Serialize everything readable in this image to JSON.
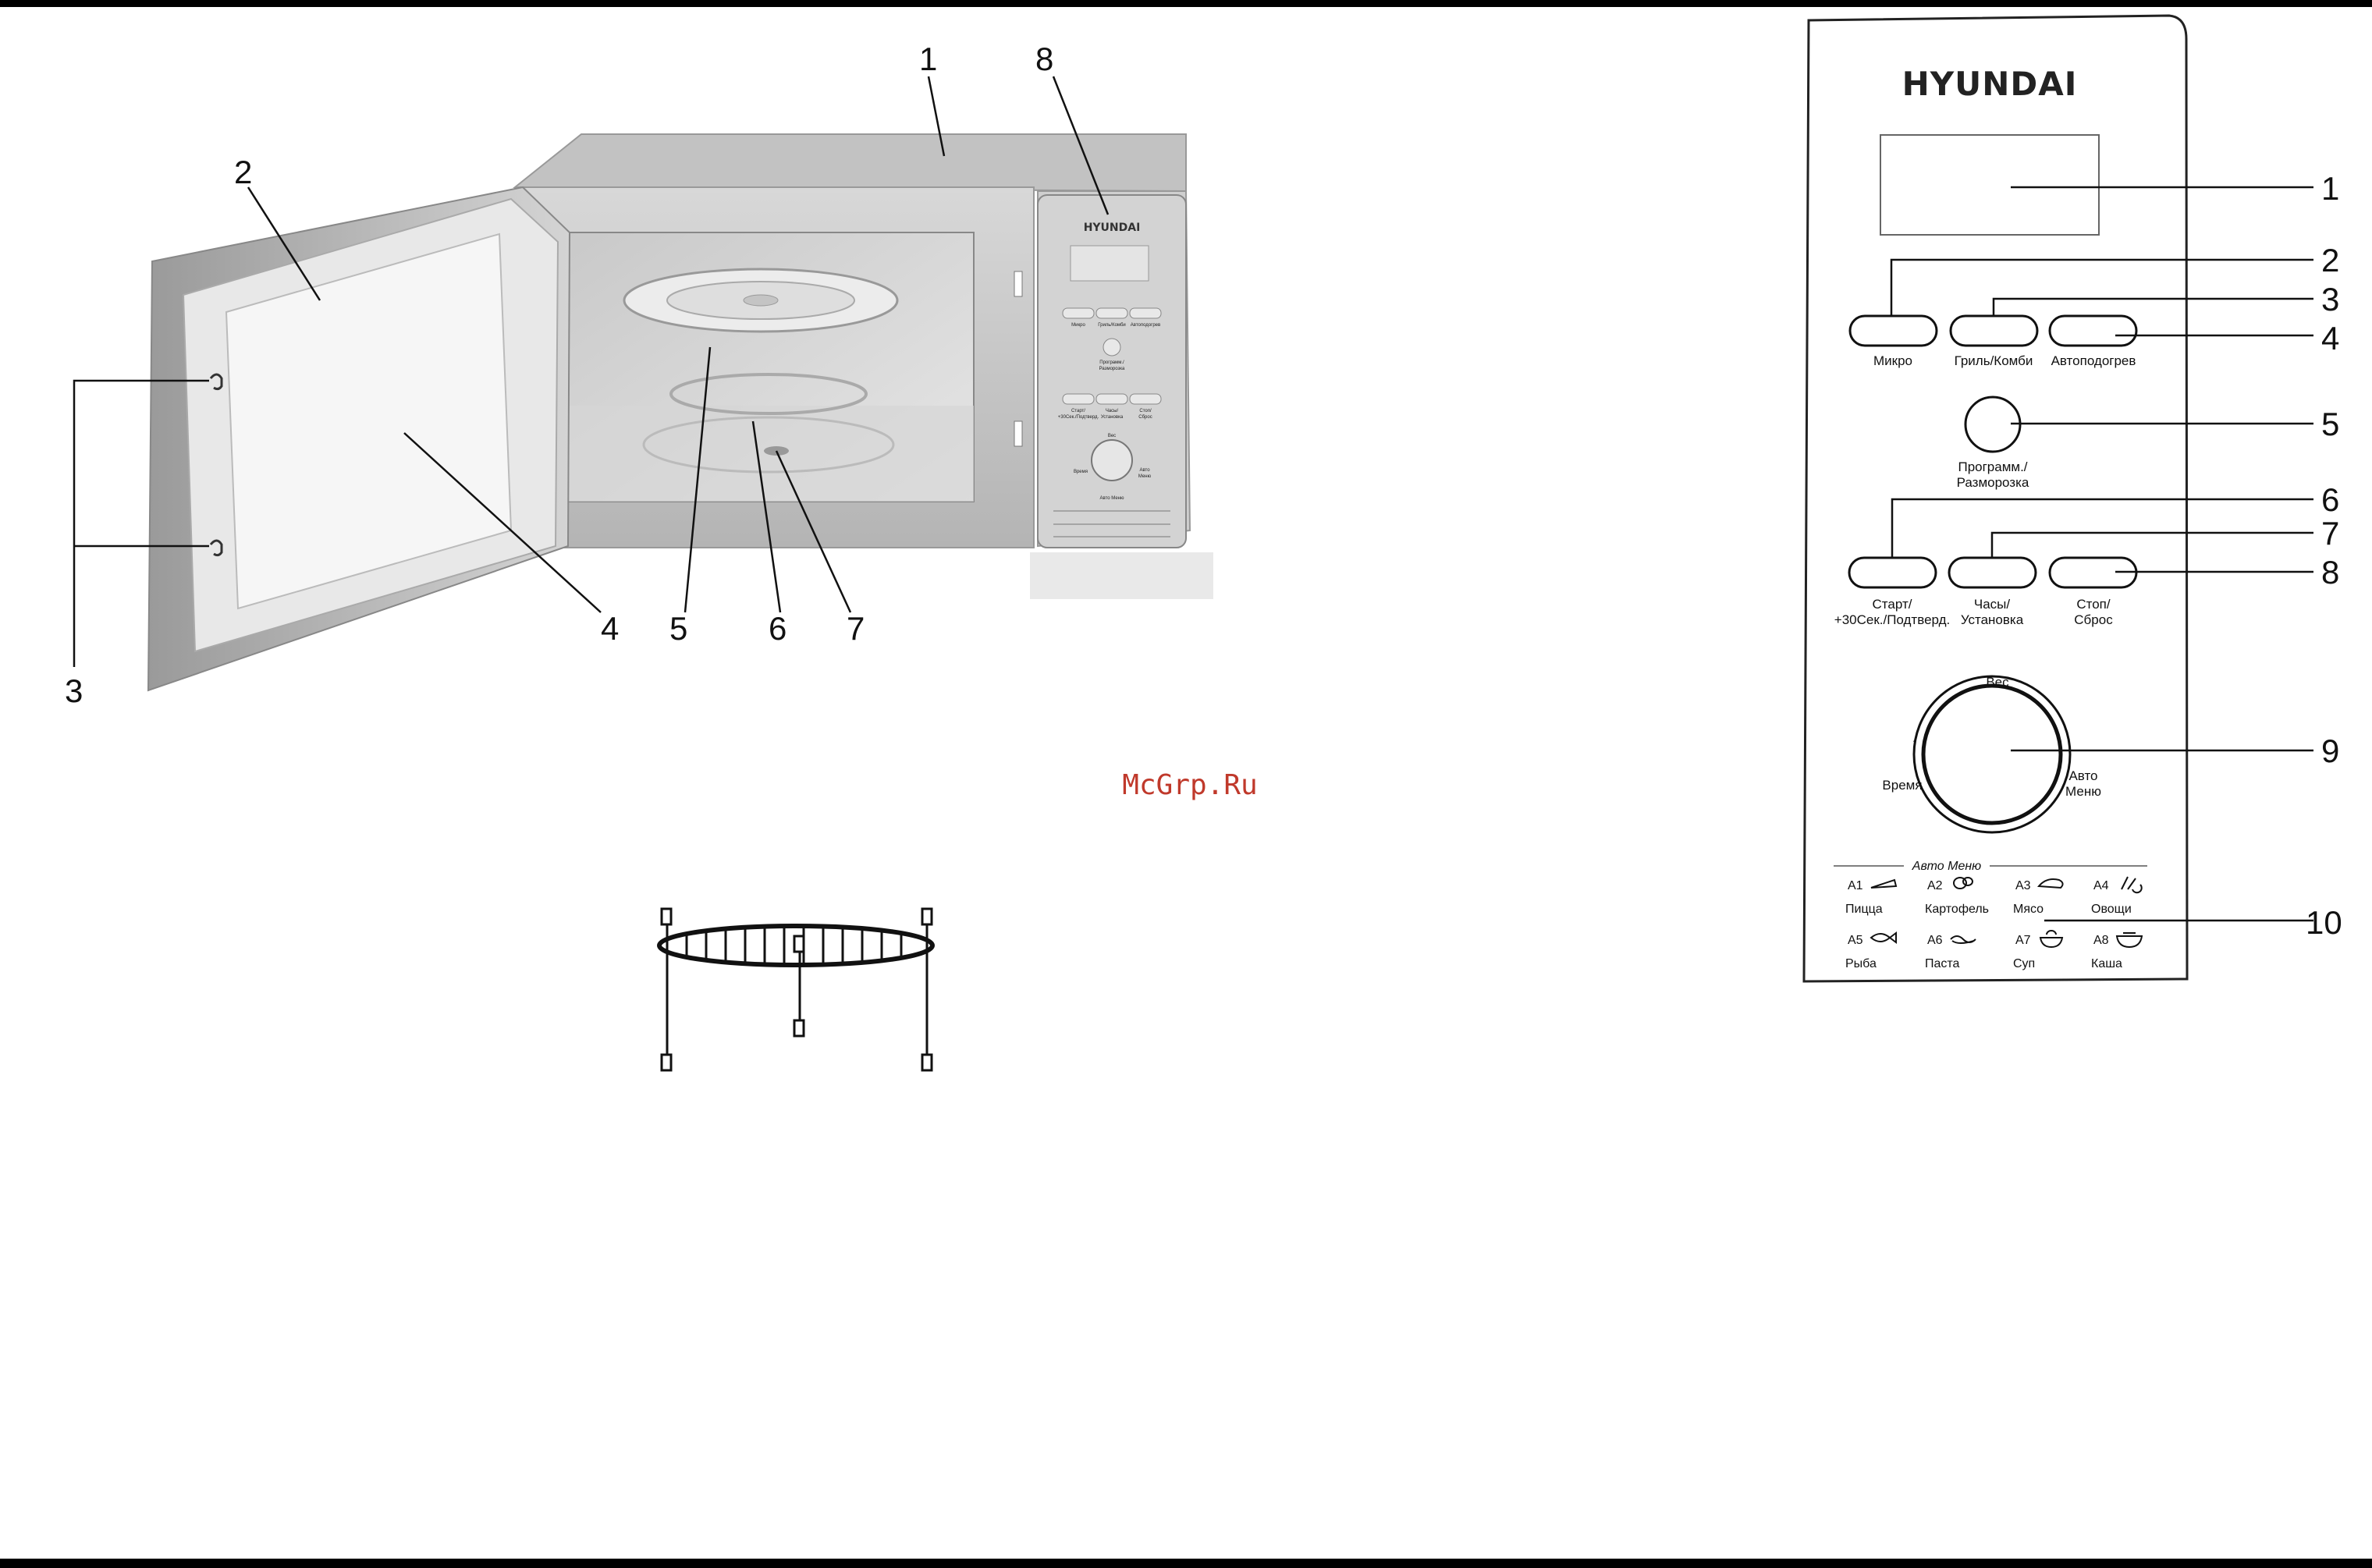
{
  "brand": "HYUNDAI",
  "watermark": "McGrp.Ru",
  "microwave_callouts": [
    "1",
    "2",
    "3",
    "4",
    "5",
    "6",
    "7",
    "8"
  ],
  "panel_callouts": [
    "1",
    "2",
    "3",
    "4",
    "5",
    "6",
    "7",
    "8",
    "9",
    "10"
  ],
  "panel": {
    "buttons": {
      "micro": "Микро",
      "grill": "Гриль/Комби",
      "reheat": "Автоподогрев",
      "program_line1": "Программ./",
      "program_line2": "Разморозка",
      "start_line1": "Старт/",
      "start_line2": "+30Сек./Подтверд.",
      "clock_line1": "Часы/",
      "clock_line2": "Установка",
      "stop_line1": "Стоп/",
      "stop_line2": "Сброс"
    },
    "dial": {
      "top": "Вес",
      "left": "Время",
      "right_line1": "Авто",
      "right_line2": "Меню"
    },
    "auto_menu_title": "Авто Меню",
    "auto_menu": [
      {
        "code": "A1",
        "name": "Пицца",
        "icon": "pizza-icon"
      },
      {
        "code": "A2",
        "name": "Картофель",
        "icon": "potato-icon"
      },
      {
        "code": "A3",
        "name": "Мясо",
        "icon": "meat-icon"
      },
      {
        "code": "A4",
        "name": "Овощи",
        "icon": "vegetables-icon"
      },
      {
        "code": "A5",
        "name": "Рыба",
        "icon": "fish-icon"
      },
      {
        "code": "A6",
        "name": "Паста",
        "icon": "pasta-icon"
      },
      {
        "code": "A7",
        "name": "Суп",
        "icon": "soup-icon"
      },
      {
        "code": "A8",
        "name": "Каша",
        "icon": "porridge-icon"
      }
    ]
  }
}
